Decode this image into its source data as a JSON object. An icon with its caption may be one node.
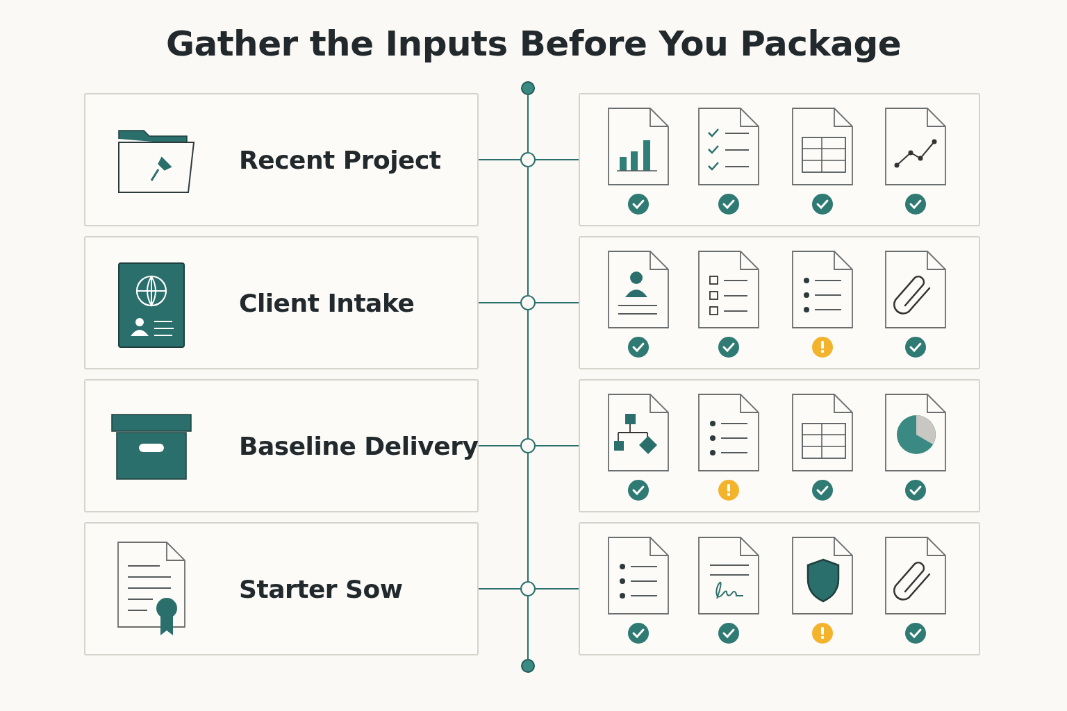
{
  "diagram": {
    "title": "Gather the Inputs Before You Package",
    "nodes": [
      {
        "text": [
          "Recent Project"
        ]
      },
      {
        "text": [
          "Client Intake"
        ]
      },
      {
        "text": [
          "Baseline Delivery"
        ]
      },
      {
        "text": [
          "Starter Sow"
        ]
      },
      {
        "text": [],
        "shape": "box"
      },
      {
        "text": [],
        "shape": "box"
      },
      {
        "text": [],
        "shape": "box"
      },
      {
        "text": [],
        "shape": "box"
      },
      {
        "text": [],
        "shape": "circle"
      },
      {
        "text": [],
        "shape": "circle"
      },
      {
        "text": [],
        "shape": "circle"
      },
      {
        "text": [],
        "shape": "circle"
      },
      {
        "text": [],
        "shape": "circle"
      },
      {
        "text": [],
        "shape": "circle"
      }
    ],
    "edges": [
      {
        "from": 0,
        "to": 9,
        "arrow": "none"
      },
      {
        "from": 9,
        "to": 4,
        "arrow": "none"
      },
      {
        "from": 1,
        "to": 10,
        "arrow": "none"
      },
      {
        "from": 10,
        "to": 5,
        "arrow": "none"
      },
      {
        "from": 2,
        "to": 11,
        "arrow": "none"
      },
      {
        "from": 11,
        "to": 6,
        "arrow": "none"
      },
      {
        "from": 3,
        "to": 12,
        "arrow": "none"
      },
      {
        "from": 12,
        "to": 7,
        "arrow": "none"
      },
      {
        "from": 8,
        "to": 9,
        "arrow": "none"
      },
      {
        "from": 9,
        "to": 10,
        "arrow": "none"
      },
      {
        "from": 10,
        "to": 11,
        "arrow": "none"
      },
      {
        "from": 11,
        "to": 12,
        "arrow": "none"
      },
      {
        "from": 12,
        "to": 13,
        "arrow": "none"
      }
    ]
  }
}
